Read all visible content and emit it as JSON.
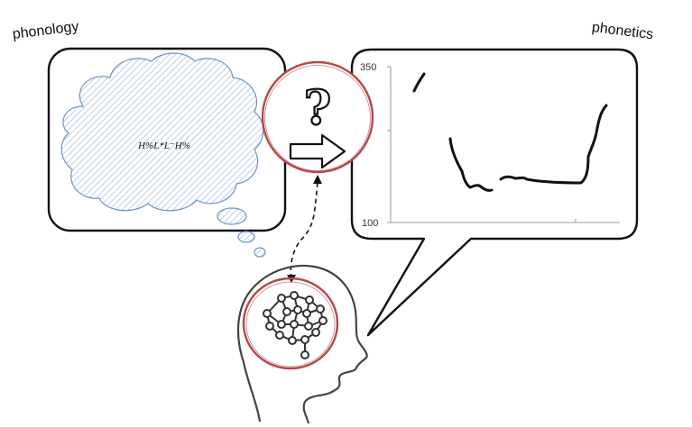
{
  "labels": {
    "phonology": "phonology",
    "phonetics": "phonetics"
  },
  "cloud": {
    "formula": "H%L*L⁻H%"
  },
  "chart": {
    "y_top_tick": "350",
    "y_bottom_tick": "100"
  },
  "symbols": {
    "question": "?"
  },
  "colors": {
    "cloud_stroke": "#6b93c4",
    "cloud_hatch": "#9db8da",
    "circle_red": "#b5474b",
    "axis": "#9a9a9a",
    "ink": "#111111"
  },
  "icons": [
    "thought-cloud-icon",
    "brain-network-icon",
    "head-outline-icon",
    "arrow-right-icon",
    "question-mark-icon"
  ]
}
